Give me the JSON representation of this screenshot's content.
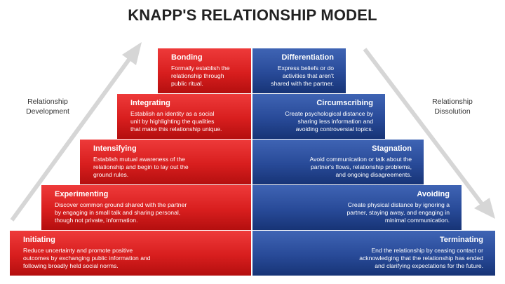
{
  "title": "KNAPP'S RELATIONSHIP MODEL",
  "side_labels": {
    "development": [
      "Relationship",
      "Development"
    ],
    "dissolution": [
      "Relationship",
      "Dissolution"
    ]
  },
  "colors": {
    "development": "#d81e1e",
    "dissolution": "#284a98",
    "arrow": "#dcdcdc"
  },
  "development_steps": [
    {
      "name": "Bonding",
      "desc": [
        "Formally establish the",
        "relationship through",
        "public ritual."
      ]
    },
    {
      "name": "Integrating",
      "desc": [
        "Establish an identity as a social",
        "unit by highlighting the qualities",
        "that make this relationship unique."
      ]
    },
    {
      "name": "Intensifying",
      "desc": [
        "Establish mutual awareness of the",
        "relationship and begin to lay out the",
        "ground rules."
      ]
    },
    {
      "name": "Experimenting",
      "desc": [
        "Discover common ground shared with the partner",
        "by engaging in small talk and sharing personal,",
        "though not private, information."
      ]
    },
    {
      "name": "Initiating",
      "desc": [
        "Reduce uncertainty and promote positive",
        "outcomes by exchanging public information and",
        "following broadly held social norms."
      ]
    }
  ],
  "dissolution_steps": [
    {
      "name": "Differentiation",
      "desc": [
        "Express beliefs or do",
        "activities that aren't",
        "shared with the partner."
      ]
    },
    {
      "name": "Circumscribing",
      "desc": [
        "Create psychological distance by",
        "sharing less information and",
        "avoiding controversial topics."
      ]
    },
    {
      "name": "Stagnation",
      "desc": [
        "Avoid communication or talk about the",
        "partner's flows, relationship problems,",
        "and ongoing disagreements."
      ]
    },
    {
      "name": "Avoiding",
      "desc": [
        "Create physical distance by ignoring a",
        "partner, staying away, and engaging in",
        "minimal communication."
      ]
    },
    {
      "name": "Terminating",
      "desc": [
        "End the relationship by ceasing contact or",
        "acknowledging that the relationship has ended",
        "and clarifying expectations for the future."
      ]
    }
  ]
}
